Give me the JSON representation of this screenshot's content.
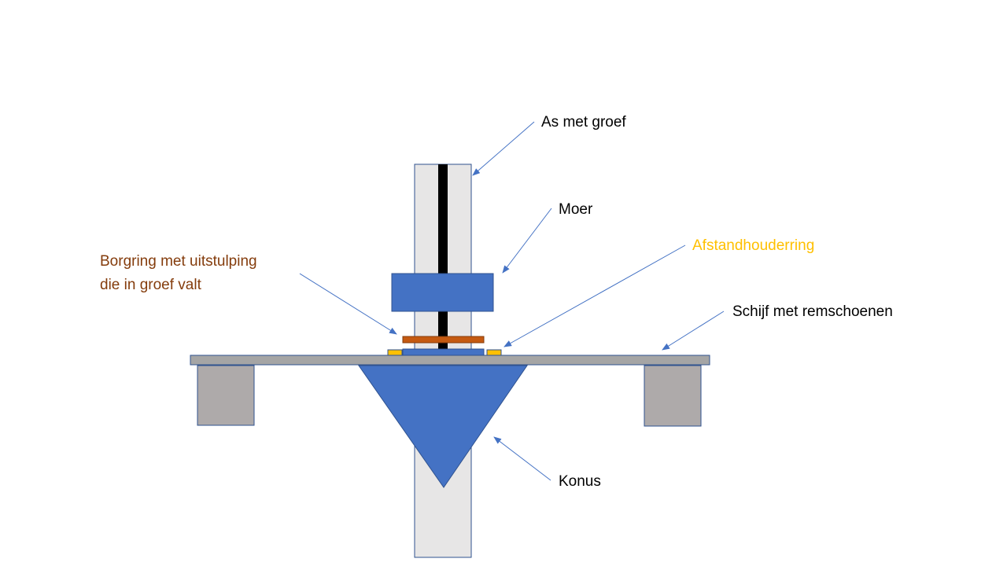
{
  "labels": {
    "shaft": "As met groef",
    "nut": "Moer",
    "spacer": "Afstandhouderring",
    "retaining_ring_line1": "Borgring met uitstulping",
    "retaining_ring_line2": "die in groef valt",
    "disc": "Schijf met remschoenen",
    "cone": "Konus"
  },
  "colors": {
    "shaft_fill": "#e7e6e6",
    "groove": "#000000",
    "nut": "#4472c4",
    "retaining_ring": "#c55a11",
    "spacer": "#ffc000",
    "disc": "#a5a5a5",
    "brake_shoe": "#aeaaaa",
    "cone": "#4472c4",
    "arrow": "#4472c4",
    "text_default": "#000000",
    "text_spacer": "#ffc000",
    "text_retaining_ring": "#843c0c"
  }
}
